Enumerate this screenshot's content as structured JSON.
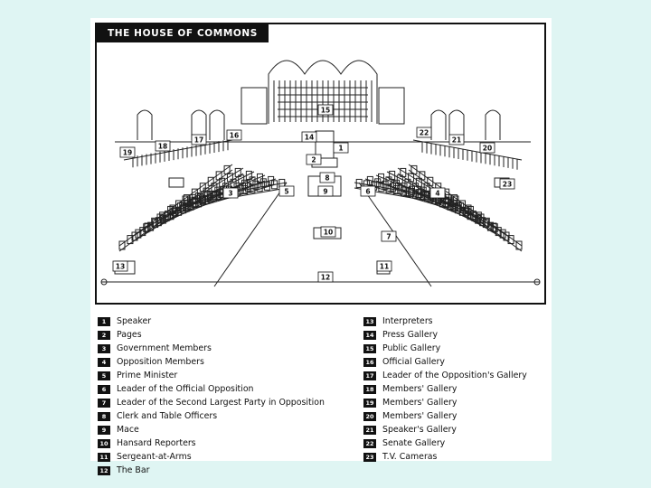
{
  "title": "THE HOUSE OF COMMONS",
  "diagram_numbers": [
    "1",
    "2",
    "3",
    "4",
    "5",
    "6",
    "7",
    "8",
    "9",
    "10",
    "11",
    "12",
    "13",
    "14",
    "15",
    "16",
    "17",
    "18",
    "19",
    "20",
    "21",
    "22",
    "23"
  ],
  "legend_left": [
    {
      "num": "1",
      "label": "Speaker"
    },
    {
      "num": "2",
      "label": "Pages"
    },
    {
      "num": "3",
      "label": "Government Members"
    },
    {
      "num": "4",
      "label": "Opposition Members"
    },
    {
      "num": "5",
      "label": "Prime Minister"
    },
    {
      "num": "6",
      "label": "Leader of the Official Opposition"
    },
    {
      "num": "7",
      "label": "Leader of the Second Largest Party in Opposition"
    },
    {
      "num": "8",
      "label": "Clerk and Table Officers"
    },
    {
      "num": "9",
      "label": "Mace"
    },
    {
      "num": "10",
      "label": "Hansard Reporters"
    },
    {
      "num": "11",
      "label": "Sergeant-at-Arms"
    },
    {
      "num": "12",
      "label": "The Bar"
    }
  ],
  "legend_right": [
    {
      "num": "13",
      "label": "Interpreters"
    },
    {
      "num": "14",
      "label": "Press Gallery"
    },
    {
      "num": "15",
      "label": "Public Gallery"
    },
    {
      "num": "16",
      "label": "Official Gallery"
    },
    {
      "num": "17",
      "label": "Leader of the Opposition's Gallery"
    },
    {
      "num": "18",
      "label": "Members' Gallery"
    },
    {
      "num": "19",
      "label": "Members' Gallery"
    },
    {
      "num": "20",
      "label": "Members' Gallery"
    },
    {
      "num": "21",
      "label": "Speaker's Gallery"
    },
    {
      "num": "22",
      "label": "Senate Gallery"
    },
    {
      "num": "23",
      "label": "T.V. Cameras"
    }
  ]
}
